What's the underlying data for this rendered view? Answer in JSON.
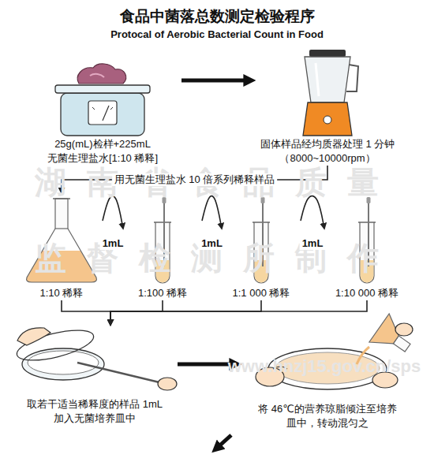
{
  "diagram": {
    "title": "食品中菌落总数测定检验程序",
    "nodes": [
      {
        "text": [
          "25g(mL)检样+225mL 无菌生理盐水[1:10 稀释]"
        ]
      },
      {
        "text": [
          "固体样品经均质器处理 1 分钟 （8000~10000rpm）"
        ]
      },
      {
        "text": [
          "1:10 稀释"
        ]
      },
      {
        "text": [
          "1:100 稀释"
        ]
      },
      {
        "text": [
          "1:1 000 稀释"
        ]
      },
      {
        "text": [
          "1:10 000 稀释"
        ]
      },
      {
        "text": [
          "取若干适当稀释度的样品 1mL 加入无菌培养皿中"
        ]
      },
      {
        "text": [
          "将 46℃的营养琼脂倾注至培养皿中，转动混匀之"
        ]
      }
    ],
    "edges": [
      {
        "from": 0,
        "to": 1,
        "arrow": "to"
      },
      {
        "from": 1,
        "to": 2,
        "label": "用无菌生理盐水 10 倍系列稀释样品",
        "arrow": "to"
      },
      {
        "from": 2,
        "to": 3,
        "label": "1mL",
        "arrow": "to"
      },
      {
        "from": 3,
        "to": 4,
        "label": "1mL",
        "arrow": "to"
      },
      {
        "from": 4,
        "to": 5,
        "label": "1mL",
        "arrow": "to"
      },
      {
        "from": 2,
        "to": 6,
        "arrow": "to"
      },
      {
        "from": 3,
        "to": 6,
        "arrow": "to"
      },
      {
        "from": 4,
        "to": 6,
        "arrow": "to"
      },
      {
        "from": 5,
        "to": 6,
        "arrow": "to"
      },
      {
        "from": 6,
        "to": 7,
        "arrow": "to"
      }
    ],
    "labels": [
      "Protocal of Aerobic Bacterial Count in Food",
      "湖南省食品质量",
      "监督检测所制作",
      "www.hnzj15.gov.cn/sps"
    ]
  }
}
